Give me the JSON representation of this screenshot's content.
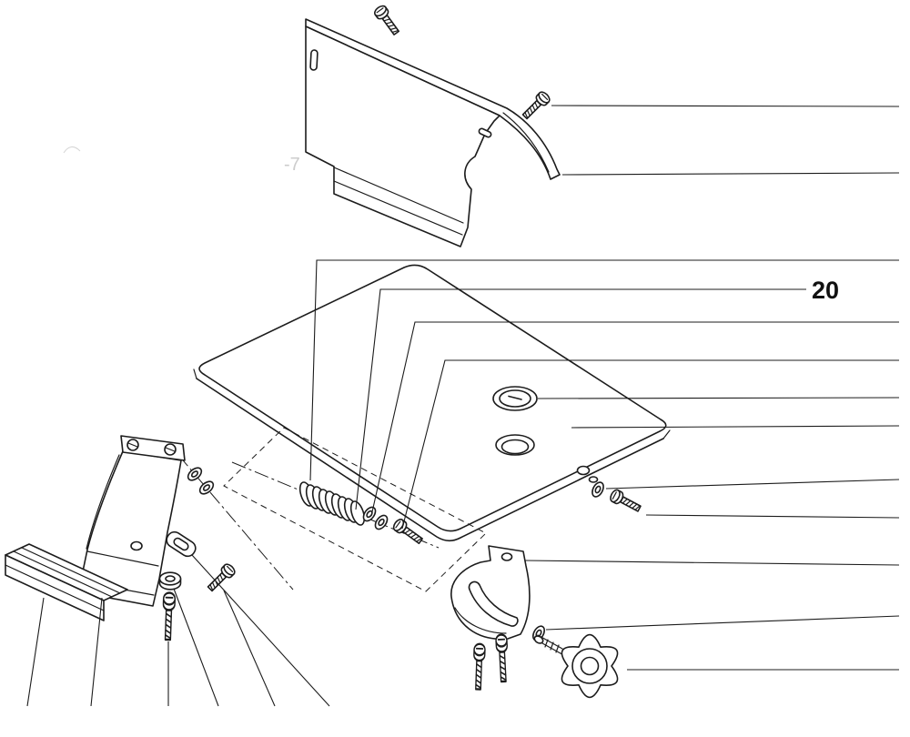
{
  "diagram": {
    "type": "exploded-parts-diagram",
    "callout_label": "20",
    "artifact_text": "-7",
    "line_color": "#1c1c1c",
    "background": "#ffffff",
    "parts": [
      "blade-guard-cover",
      "machine-screw",
      "table-top-plate",
      "cap-plug",
      "spindle-hole",
      "compression-spring",
      "flat-washer",
      "set-screw",
      "support-bracket-arm",
      "fence-rail",
      "spacer-clip",
      "flange-nut",
      "stud-bolt",
      "clamp-segment",
      "lock-knob",
      "socket-screw"
    ]
  }
}
